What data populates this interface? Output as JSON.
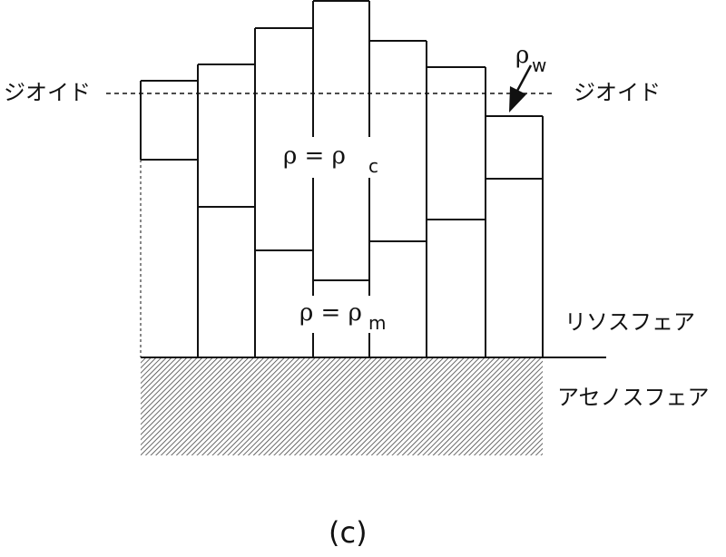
{
  "labels": {
    "geoid_left": "ジオイド",
    "geoid_right": "ジオイド",
    "lithosphere": "リソスフェア",
    "asthenosphere": "アセノスフェア",
    "caption": "(c)"
  },
  "densities": {
    "water": {
      "symbol": "ρ",
      "sub": "w"
    },
    "crust": {
      "symbol": "ρ = ρ",
      "sub": "c"
    },
    "mantle": {
      "symbol": "ρ = ρ",
      "sub": "m"
    }
  },
  "colors": {
    "line": "#111111",
    "hatch": "#444444",
    "background": "#ffffff"
  },
  "icons": {
    "arrow": "arrow-down-icon"
  }
}
